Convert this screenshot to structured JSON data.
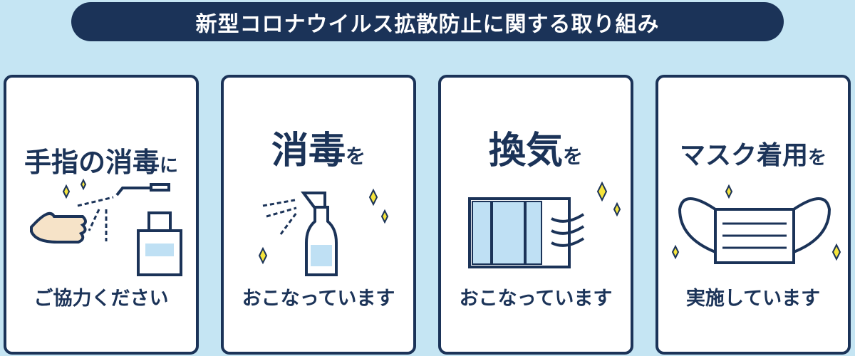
{
  "title": "新型コロナウイルス拡散防止に関する取り組み",
  "cards": [
    {
      "heading": "手指の消毒",
      "suffix": "に",
      "caption": "ご協力ください",
      "icon": "hand-sanitizer-icon"
    },
    {
      "heading": "消毒",
      "suffix": "を",
      "caption": "おこなっています",
      "icon": "spray-bottle-icon"
    },
    {
      "heading": "換気",
      "suffix": "を",
      "caption": "おこなっています",
      "icon": "window-ventilation-icon"
    },
    {
      "heading": "マスク着用",
      "suffix": "を",
      "caption": "実施しています",
      "icon": "face-mask-icon"
    }
  ],
  "colors": {
    "navy": "#1b3358",
    "background": "#c5e5f3",
    "sparkle": "#f5e43c",
    "glass": "#bfe0f4",
    "skin": "#f6e3c8"
  }
}
